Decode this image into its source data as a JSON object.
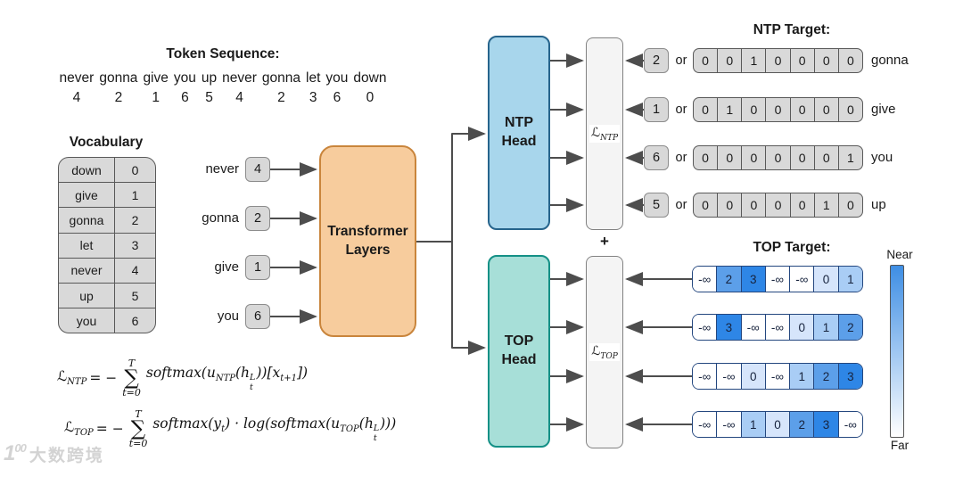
{
  "token_sequence": {
    "title": "Token Sequence:",
    "pairs": [
      {
        "word": "never",
        "id": "4"
      },
      {
        "word": "gonna",
        "id": "2"
      },
      {
        "word": "give",
        "id": "1"
      },
      {
        "word": "you",
        "id": "6"
      },
      {
        "word": "up",
        "id": "5"
      },
      {
        "word": "never",
        "id": "4"
      },
      {
        "word": "gonna",
        "id": "2"
      },
      {
        "word": "let",
        "id": "3"
      },
      {
        "word": "you",
        "id": "6"
      },
      {
        "word": "down",
        "id": "0"
      }
    ]
  },
  "vocabulary": {
    "title": "Vocabulary",
    "rows": [
      {
        "word": "down",
        "index": "0"
      },
      {
        "word": "give",
        "index": "1"
      },
      {
        "word": "gonna",
        "index": "2"
      },
      {
        "word": "let",
        "index": "3"
      },
      {
        "word": "never",
        "index": "4"
      },
      {
        "word": "up",
        "index": "5"
      },
      {
        "word": "you",
        "index": "6"
      }
    ]
  },
  "inputs": {
    "rows": [
      {
        "word": "never",
        "token": "4"
      },
      {
        "word": "gonna",
        "token": "2"
      },
      {
        "word": "give",
        "token": "1"
      },
      {
        "word": "you",
        "token": "6"
      }
    ]
  },
  "transformer": {
    "line1": "Transformer",
    "line2": "Layers"
  },
  "ntp_head": {
    "line1": "NTP",
    "line2": "Head"
  },
  "top_head": {
    "line1": "TOP",
    "line2": "Head"
  },
  "loss_ntp": {
    "symbol": "ℒ",
    "sub": "NTP"
  },
  "loss_top": {
    "symbol": "ℒ",
    "sub": "TOP"
  },
  "plus": "+",
  "ntp_target": {
    "title": "NTP Target:",
    "or": "or",
    "rows": [
      {
        "token": "2",
        "vector": [
          "0",
          "0",
          "1",
          "0",
          "0",
          "0",
          "0"
        ],
        "word": "gonna"
      },
      {
        "token": "1",
        "vector": [
          "0",
          "1",
          "0",
          "0",
          "0",
          "0",
          "0"
        ],
        "word": "give"
      },
      {
        "token": "6",
        "vector": [
          "0",
          "0",
          "0",
          "0",
          "0",
          "0",
          "1"
        ],
        "word": "you"
      },
      {
        "token": "5",
        "vector": [
          "0",
          "0",
          "0",
          "0",
          "0",
          "1",
          "0"
        ],
        "word": "up"
      }
    ]
  },
  "top_target": {
    "title": "TOP Target:",
    "rows": [
      {
        "cells": [
          "-∞",
          "2",
          "3",
          "-∞",
          "-∞",
          "0",
          "1"
        ]
      },
      {
        "cells": [
          "-∞",
          "3",
          "-∞",
          "-∞",
          "0",
          "1",
          "2"
        ]
      },
      {
        "cells": [
          "-∞",
          "-∞",
          "0",
          "-∞",
          "1",
          "2",
          "3"
        ]
      },
      {
        "cells": [
          "-∞",
          "-∞",
          "1",
          "0",
          "2",
          "3",
          "-∞"
        ]
      }
    ]
  },
  "value_colors": {
    "-∞": "#FFFFFF",
    "0": "#D6E5FB",
    "1": "#A9CDF5",
    "2": "#5C9FE9",
    "3": "#2E86E6"
  },
  "legend": {
    "near": "Near",
    "far": "Far",
    "near_color": "#3E8EE4",
    "far_color": "#FFFFFF"
  },
  "colors": {
    "transformer_fill": "#F7CC9D",
    "transformer_border": "#C9853C",
    "ntp_head_fill": "#A8D6EC",
    "ntp_head_border": "#26648C",
    "top_head_fill": "#A7DFD8",
    "top_head_border": "#149086",
    "loss_fill": "#F4F4F4",
    "gray_cell": "#D9D9D9",
    "arrow": "#4D4D4D",
    "top_row_border": "#24477F"
  },
  "formulas": {
    "ntp": {
      "lhs": "ℒ",
      "lhs_sub": "NTP",
      "eq": "= −",
      "sum_top": "T",
      "sum": "∑",
      "sum_bottom": "t=0",
      "p1": "softmax(u",
      "p1_sub": "NTP",
      "p2": "(h",
      "h_sup": "L",
      "h_sub": "t",
      "p3": "))[x",
      "p3_sub": "t+1",
      "p4": "])"
    },
    "top": {
      "lhs": "ℒ",
      "lhs_sub": "TOP",
      "eq": "= −",
      "sum_top": "T",
      "sum": "∑",
      "sum_bottom": "t=0",
      "p1": "softmax(y",
      "p1_sub": "t",
      "p2": ") · log(softmax(u",
      "p2_sub": "TOP",
      "p3": "(h",
      "h_sup": "L",
      "h_sub": "t",
      "p4": ")))"
    }
  },
  "watermark": {
    "logo": "1",
    "logo_sup": "00",
    "text": "大数跨境"
  }
}
